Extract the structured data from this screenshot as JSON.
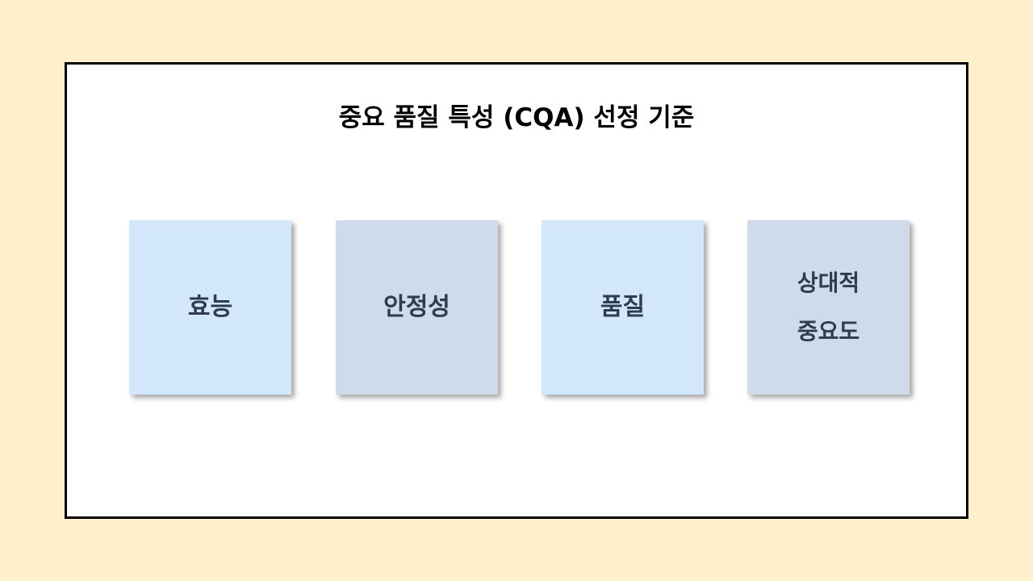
{
  "slide": {
    "title": "중요 품질 특성 (CQA) 선정 기준",
    "colors": {
      "background": "#FFF0CD",
      "frame_border": "#000000",
      "frame_fill": "#FFFFFF",
      "card_light": "#D3E7FC",
      "card_dark": "#CFDAEB",
      "card_text": "#2F3B4F"
    },
    "cards": [
      {
        "lines": [
          "효능"
        ]
      },
      {
        "lines": [
          "안정성"
        ]
      },
      {
        "lines": [
          "품질"
        ]
      },
      {
        "lines": [
          "상대적",
          "중요도"
        ]
      }
    ]
  }
}
